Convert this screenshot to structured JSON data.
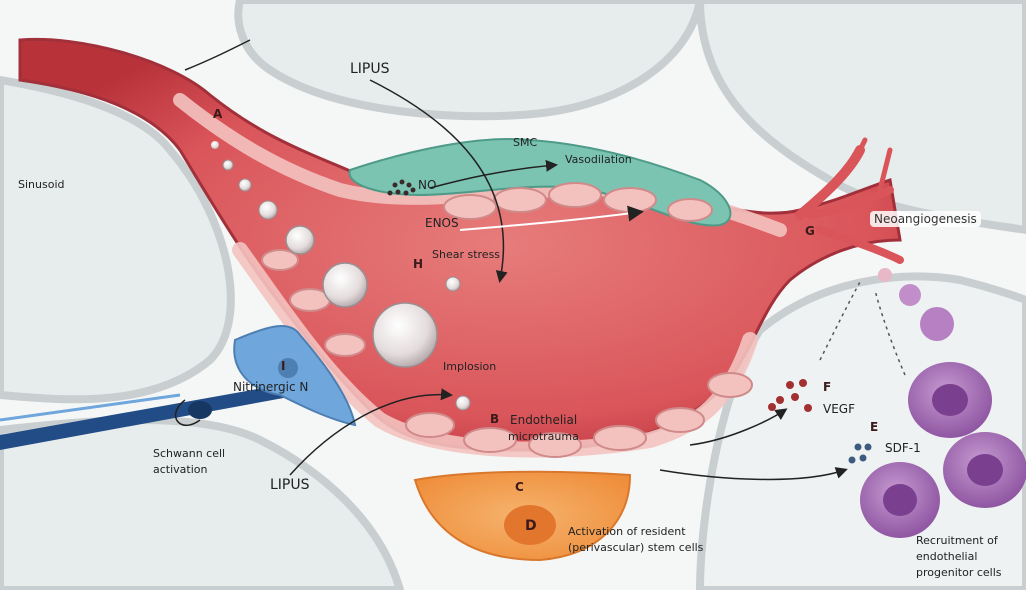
{
  "labels": {
    "sinusoid": "Sinusoid",
    "lipus_top": "LIPUS",
    "lipus_bottom": "LIPUS",
    "smc": "SMC",
    "no": "NO",
    "vasodilation": "Vasodilation",
    "enos": "ENOS",
    "shear_stress": "Shear stress",
    "implosion": "Implosion",
    "nitrinergic": "Nitrinergic N",
    "schwann_line1": "Schwann cell",
    "schwann_line2": "activation",
    "endothelial_line1": "Endothelial",
    "endothelial_line2": "microtrauma",
    "activation_line1": "Activation of resident",
    "activation_line2": "(perivascular) stem cells",
    "neoangiogenesis": "Neoangiogenesis",
    "vegf": "VEGF",
    "sdf1": "SDF-1",
    "recruit_line1": "Recruitment of",
    "recruit_line2": "endothelial",
    "recruit_line3": "progenitor cells"
  },
  "letters": {
    "a": "A",
    "b": "B",
    "c": "C",
    "d": "D",
    "e": "E",
    "f": "F",
    "g": "G",
    "h": "H",
    "i": "I"
  },
  "colors": {
    "vessel": "#d9555a",
    "vessel_dark": "#b8323a",
    "endothelium": "#f3c2bf",
    "smc": "#7cc4b2",
    "nerve": "#6fa6dc",
    "axon": "#214c86",
    "stem_cell": "#f4a05a",
    "progenitor": "#a46bb3",
    "tissue": "#e7eced",
    "tissue_edge": "#c9cfd0"
  }
}
